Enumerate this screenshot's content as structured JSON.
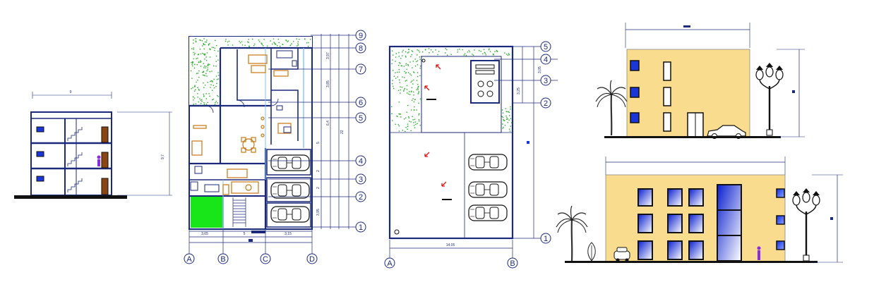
{
  "section": {
    "width_label": "9",
    "height_label": "9,7"
  },
  "ground_plan": {
    "grid_rows": [
      "9",
      "8",
      "7",
      "6",
      "5",
      "4",
      "3",
      "2",
      "1"
    ],
    "grid_cols": [
      "A",
      "B",
      "C",
      "D"
    ],
    "bottom_dims": [
      "3,65",
      "5",
      "3,15"
    ],
    "side_dims": [
      "3,97",
      "3,85",
      "6,4",
      "5",
      "2",
      "2",
      "3,95"
    ],
    "total_label": "22"
  },
  "parking_plan": {
    "grid_rows": [
      "5",
      "4",
      "3",
      "2",
      "1"
    ],
    "grid_cols": [
      "A",
      "B"
    ],
    "bottom_dim": "14,05",
    "side_dims": [
      "3,05",
      "3,25"
    ]
  },
  "colors": {
    "ink": "#1b2a7a",
    "facade": "#f9dc8e",
    "window": "#1a35d8",
    "landscape_dots": "#22aa22",
    "green_patch": "#19e619",
    "furniture": "#c8760f",
    "arrow": "#e01010"
  },
  "icons": [
    "palm-tree-icon",
    "street-lamp-icon",
    "car-icon",
    "person-icon"
  ]
}
